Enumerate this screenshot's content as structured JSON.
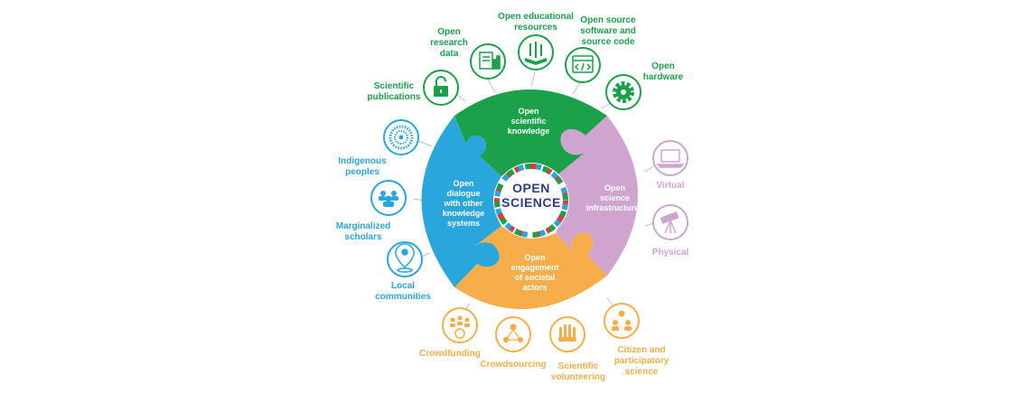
{
  "colors": {
    "green": "#1aa14a",
    "blue": "#29a6dc",
    "lilac": "#cfa5d0",
    "orange": "#f7ad49",
    "navy": "#2a3d8f"
  },
  "center": {
    "line1": "OPEN",
    "line2": "SCIENCE"
  },
  "pieces": {
    "knowledge": "Open\nscientific\nknowledge",
    "infrastructures": "Open\nscience\ninfrastructures",
    "engagement": "Open\nengagement\nof societal\nactors",
    "dialogue": "Open\ndialogue\nwith other\nknowledge\nsystems"
  },
  "satellites": {
    "publications": {
      "label": "Scientific\npublications",
      "icon": "lock-open-icon"
    },
    "research_data": {
      "label": "Open\nresearch\ndata",
      "icon": "data-chart-icon"
    },
    "educational": {
      "label": "Open educational\nresources",
      "icon": "book-icon"
    },
    "software": {
      "label": "Open source\nsoftware and\nsource code",
      "icon": "code-window-icon"
    },
    "hardware": {
      "label": "Open\nhardware",
      "icon": "gear-icon"
    },
    "virtual": {
      "label": "Virtual",
      "icon": "laptop-icon"
    },
    "physical": {
      "label": "Physical",
      "icon": "telescope-icon"
    },
    "citizen": {
      "label": "Citizen and\nparticipatory\nscience",
      "icon": "people-icon"
    },
    "volunteering": {
      "label": "Scientific\nvolunteering",
      "icon": "hands-icon"
    },
    "crowdsourcing": {
      "label": "Crowdsourcing",
      "icon": "network-icon"
    },
    "crowdfunding": {
      "label": "Crowdfunding",
      "icon": "coins-people-icon"
    },
    "local": {
      "label": "Local\ncommunities",
      "icon": "location-person-icon"
    },
    "marginalized": {
      "label": "Marginalized\nscholars",
      "icon": "group-icon"
    },
    "indigenous": {
      "label": "Indigenous\npeoples",
      "icon": "pattern-icon"
    }
  }
}
